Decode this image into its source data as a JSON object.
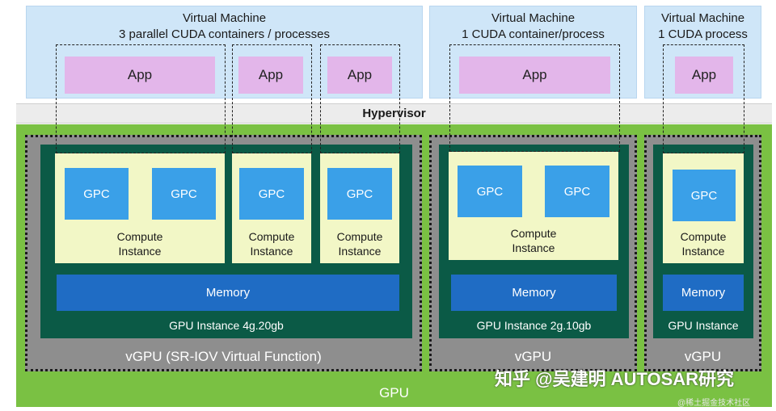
{
  "vms": [
    {
      "title": "Virtual Machine",
      "subtitle": "3 parallel CUDA containers / processes",
      "apps": [
        "App",
        "App",
        "App"
      ]
    },
    {
      "title": "Virtual Machine",
      "subtitle": "1 CUDA container/process",
      "apps": [
        "App"
      ]
    },
    {
      "title": "Virtual Machine",
      "subtitle": "1 CUDA process",
      "apps": [
        "App"
      ]
    }
  ],
  "hypervisor": "Hypervisor",
  "gpu_label": "GPU",
  "vgpus": [
    {
      "label": "vGPU (SR-IOV Virtual Function)",
      "gpu_instance": {
        "label": "GPU Instance  4g.20gb",
        "memory": "Memory",
        "compute_instances": [
          {
            "gpcs": [
              "GPC",
              "GPC"
            ],
            "label_line1": "Compute",
            "label_line2": "Instance"
          },
          {
            "gpcs": [
              "GPC"
            ],
            "label_line1": "Compute",
            "label_line2": "Instance"
          },
          {
            "gpcs": [
              "GPC"
            ],
            "label_line1": "Compute",
            "label_line2": "Instance"
          }
        ]
      }
    },
    {
      "label": "vGPU",
      "gpu_instance": {
        "label": "GPU Instance  2g.10gb",
        "memory": "Memory",
        "compute_instances": [
          {
            "gpcs": [
              "GPC",
              "GPC"
            ],
            "label_line1": "Compute",
            "label_line2": "Instance"
          }
        ]
      }
    },
    {
      "label": "vGPU",
      "gpu_instance": {
        "label": "GPU Instance",
        "memory": "Memory",
        "compute_instances": [
          {
            "gpcs": [
              "GPC"
            ],
            "label_line1": "Compute",
            "label_line2": "Instance"
          }
        ]
      }
    }
  ],
  "watermark": {
    "text": "知乎 @吴建明 AUTOSAR研究",
    "sub": "@稀土掘金技术社区"
  }
}
